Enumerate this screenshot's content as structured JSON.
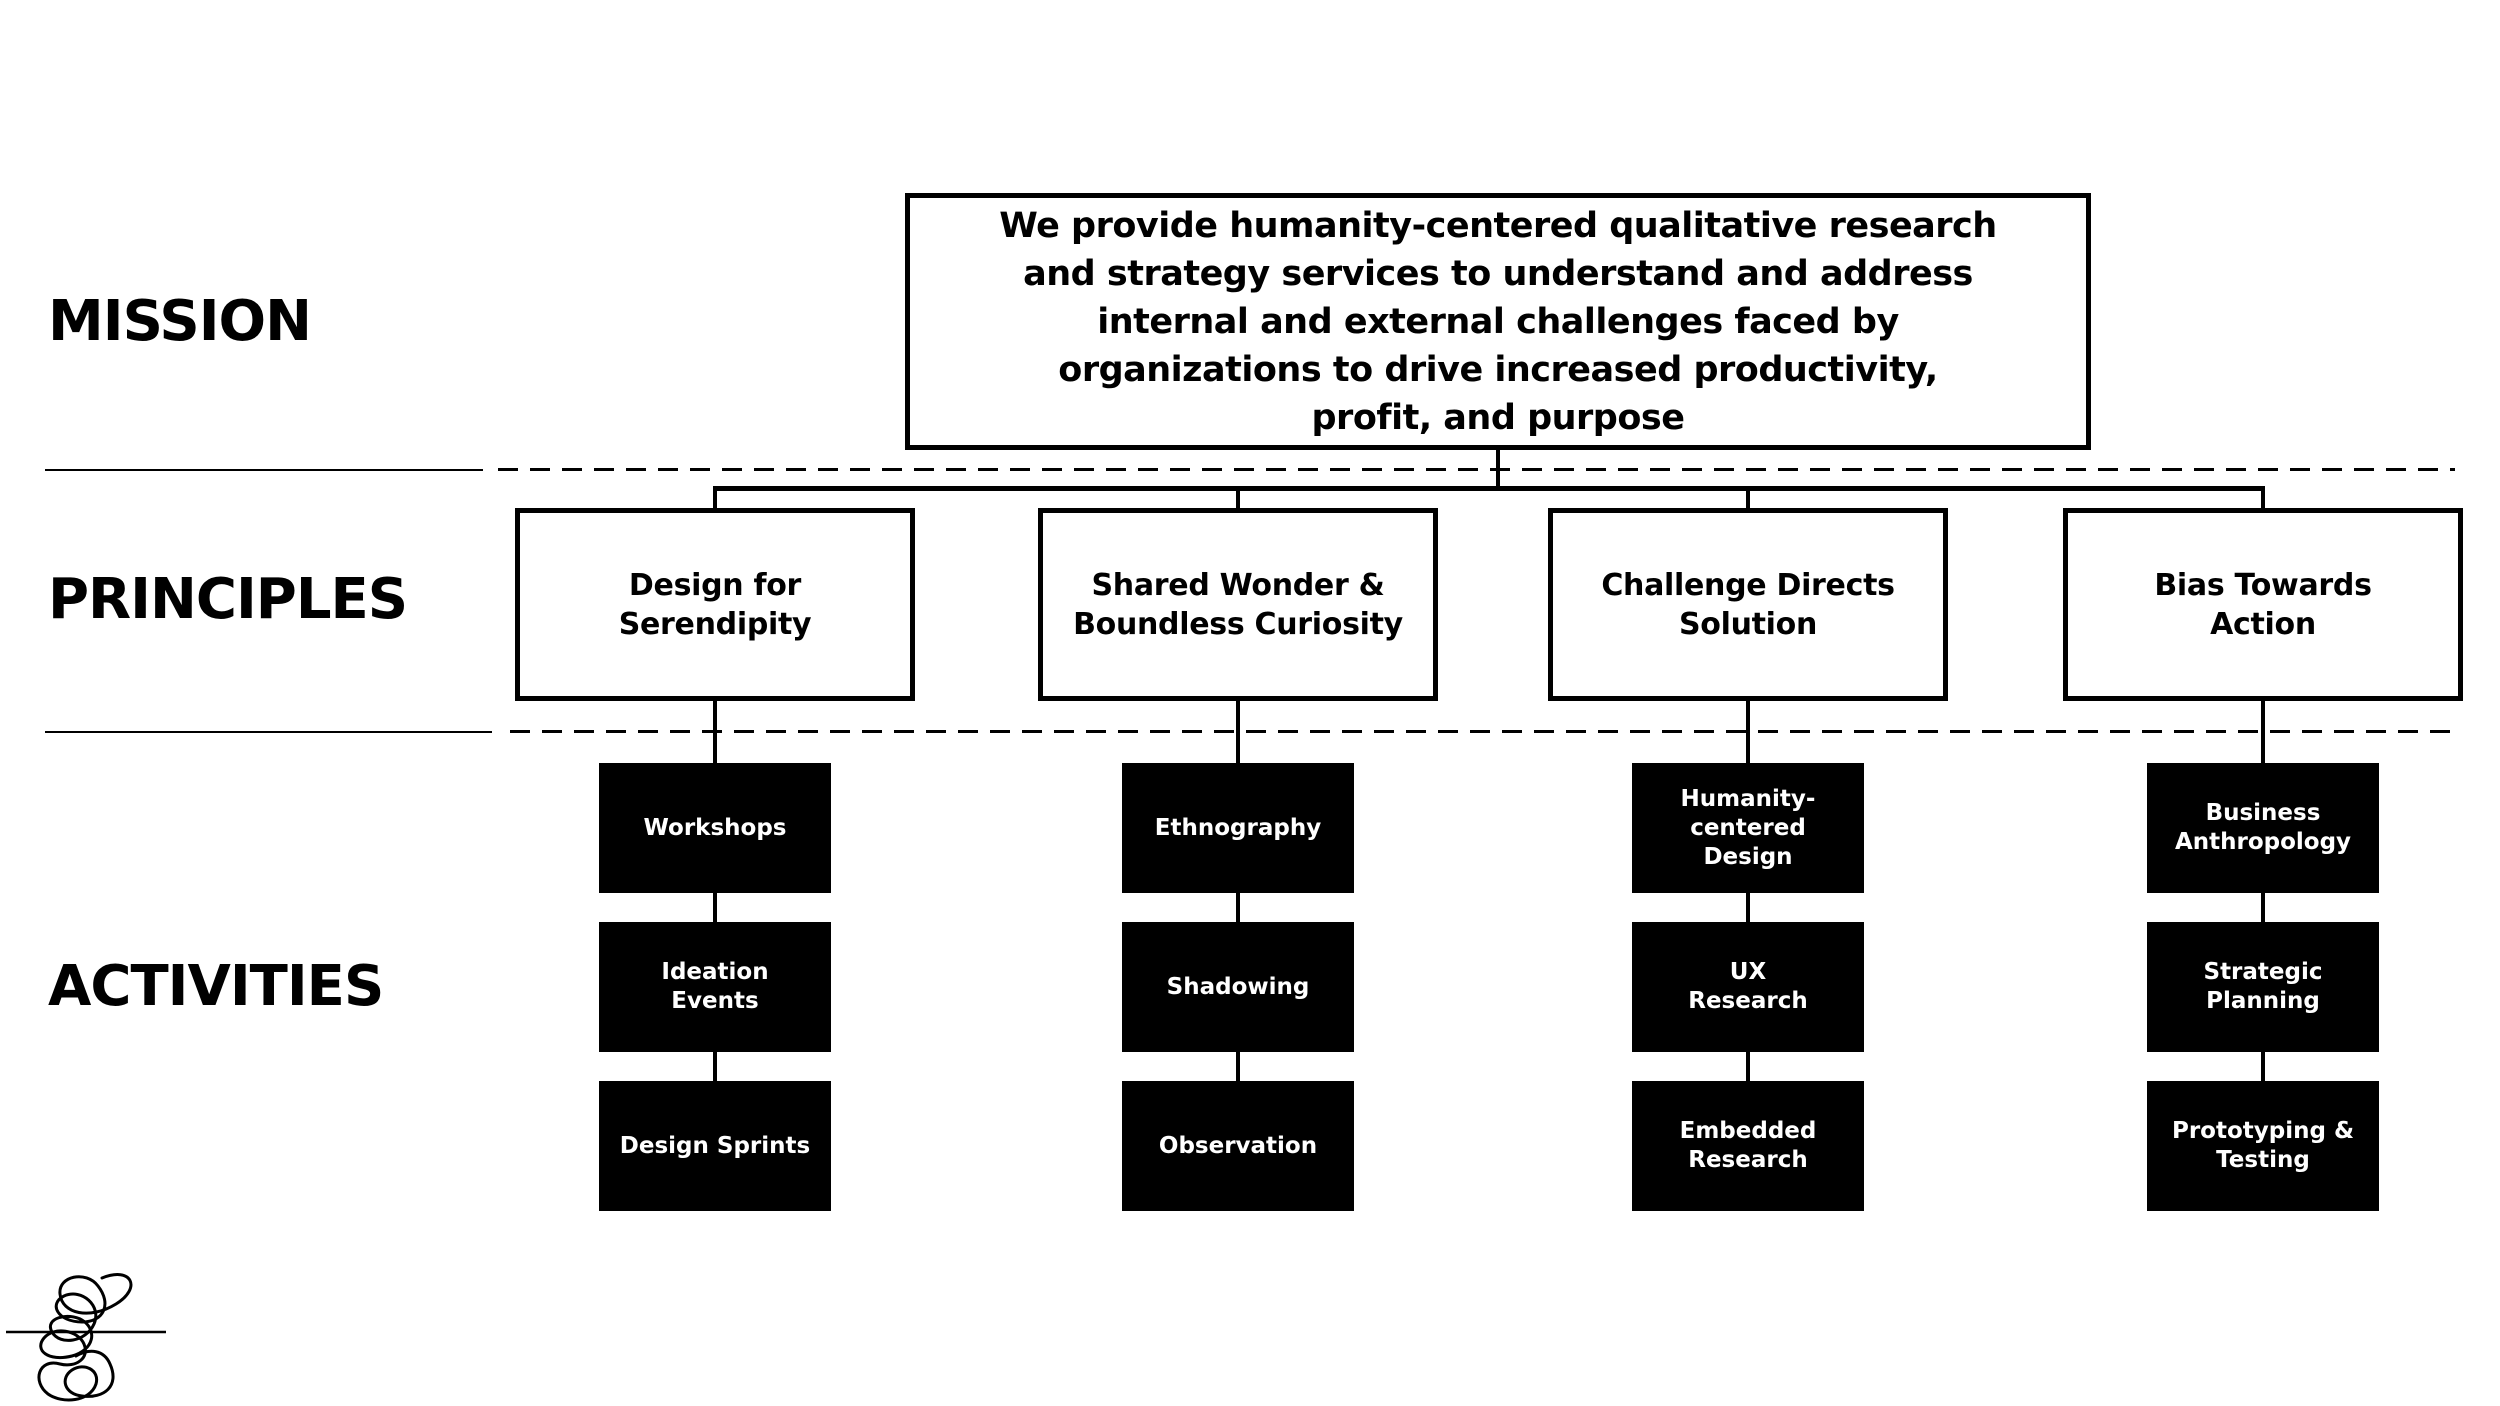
{
  "rows": {
    "mission": {
      "label": "MISSION"
    },
    "principles": {
      "label": "PRINCIPLES"
    },
    "activities": {
      "label": "ACTIVITIES"
    }
  },
  "mission": {
    "statement": "We provide humanity-centered qualitative research\nand strategy services to understand and address\ninternal and external challenges faced by\norganizations to drive increased productivity,\nprofit, and purpose"
  },
  "columns": [
    {
      "principle": "Design for\nSerendipity",
      "activities": [
        "Workshops",
        "Ideation\nEvents",
        "Design Sprints"
      ]
    },
    {
      "principle": "Shared Wonder &\nBoundless Curiosity",
      "activities": [
        "Ethnography",
        "Shadowing",
        "Observation"
      ]
    },
    {
      "principle": "Challenge Directs\nSolution",
      "activities": [
        "Humanity-\ncentered\nDesign",
        "UX\nResearch",
        "Embedded\nResearch"
      ]
    },
    {
      "principle": "Bias Towards\nAction",
      "activities": [
        "Business\nAnthropology",
        "Strategic\nPlanning",
        "Prototyping &\nTesting"
      ]
    }
  ],
  "icons": {
    "logo": "scribble-logo"
  },
  "colors": {
    "ink": "#000000",
    "background": "#ffffff"
  }
}
